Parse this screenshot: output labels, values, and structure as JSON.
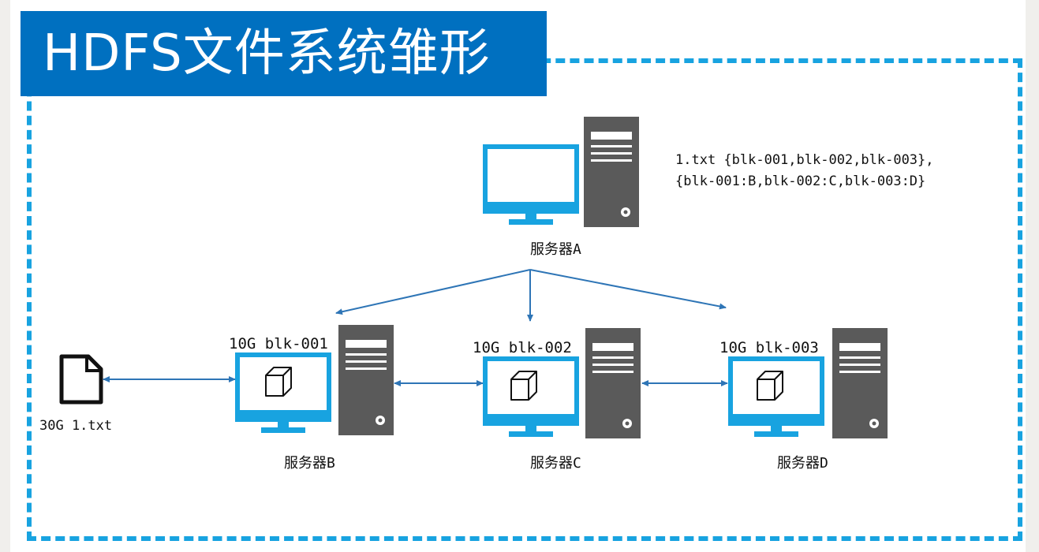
{
  "title": "HDFS文件系统雏形",
  "colors": {
    "title_bg": "#0070c0",
    "title_text": "#ffffff",
    "frame_dash": "#18a3e0",
    "monitor_blue": "#18a3e0",
    "tower_gray": "#5a5a5a",
    "arrow": "#2e75b6"
  },
  "name_server": {
    "label": "服务器A",
    "metadata_line1": "1.txt {blk-001,blk-002,blk-003},",
    "metadata_line2": "{blk-001:B,blk-002:C,blk-003:D}"
  },
  "file": {
    "icon": "file-icon",
    "label": "30G 1.txt"
  },
  "data_servers": [
    {
      "label": "服务器B",
      "block": "10G blk-001"
    },
    {
      "label": "服务器C",
      "block": "10G blk-002"
    },
    {
      "label": "服务器D",
      "block": "10G blk-003"
    }
  ]
}
